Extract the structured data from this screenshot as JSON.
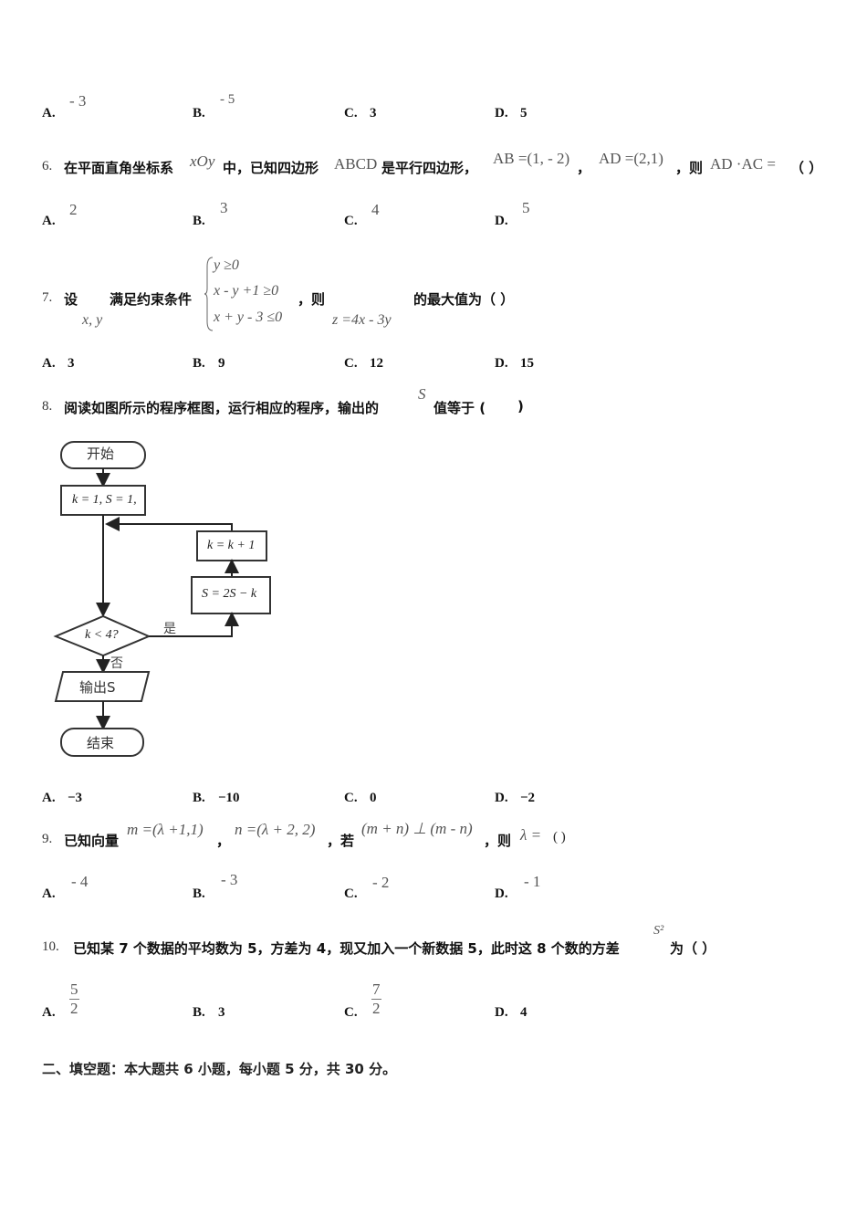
{
  "q5": {
    "options": [
      {
        "label": "A.",
        "value": "- 3"
      },
      {
        "label": "B.",
        "value": "- 5"
      },
      {
        "label": "C.",
        "value": "3"
      },
      {
        "label": "D.",
        "value": "5"
      }
    ]
  },
  "q6": {
    "number": "6.",
    "text1": "在平面直角坐标系",
    "math_xoy": "xOy",
    "text2": "中，已知四边形",
    "math_abcd": "ABCD",
    "text3": "是平行四边形，",
    "math_ab": "AB =(1, - 2)",
    "comma1": "，",
    "math_ad": "AD =(2,1)",
    "text4": "，则",
    "math_expr": "AD ·AC =",
    "paren": "（ ）",
    "options": [
      {
        "label": "A.",
        "value": "2"
      },
      {
        "label": "B.",
        "value": "3"
      },
      {
        "label": "C.",
        "value": "4"
      },
      {
        "label": "D.",
        "value": "5"
      }
    ]
  },
  "q7": {
    "number": "7.",
    "text1": "设",
    "vars": "x, y",
    "text2": "满足约束条件",
    "constraints": [
      "y ≥0",
      "x -  y +1 ≥0",
      "x + y - 3 ≤0"
    ],
    "text3": "，则",
    "objective": "z =4x - 3y",
    "text4": "的最大值为（ ）",
    "options": [
      {
        "label": "A.",
        "value": "3"
      },
      {
        "label": "B.",
        "value": "9"
      },
      {
        "label": "C.",
        "value": "12"
      },
      {
        "label": "D.",
        "value": "15"
      }
    ]
  },
  "q8": {
    "number": "8.",
    "text1": "阅读如图所示的程序框图，运行相应的程序，输出的",
    "var": "S",
    "text2": "值等于 (",
    "text3": ")",
    "flowchart": {
      "start": "开始",
      "init": "k = 1, S = 1,",
      "update_k": "k = k + 1",
      "update_s": "S = 2S − k",
      "condition": "k < 4?",
      "yes": "是",
      "no": "否",
      "output": "输出S",
      "end": "结束"
    },
    "options": [
      {
        "label": "A.",
        "value": "−3"
      },
      {
        "label": "B.",
        "value": "−10"
      },
      {
        "label": "C.",
        "value": "0"
      },
      {
        "label": "D.",
        "value": "−2"
      }
    ]
  },
  "q9": {
    "number": "9.",
    "text1": "已知向量",
    "math_m": "m =(λ +1,1)",
    "comma1": "，",
    "math_n": "n =(λ + 2, 2)",
    "text2": "，若",
    "math_cond": "(m + n) ⊥ (m -  n)",
    "text3": "，则",
    "math_lambda": "λ =",
    "paren": "(        )",
    "options": [
      {
        "label": "A.",
        "value": "- 4"
      },
      {
        "label": "B.",
        "value": "- 3"
      },
      {
        "label": "C.",
        "value": "- 2"
      },
      {
        "label": "D.",
        "value": "- 1"
      }
    ]
  },
  "q10": {
    "number": "10.",
    "text1": "已知某 7 个数据的平均数为 5，方差为 4，现又加入一个新数据 5，此时这 8 个数的方差",
    "math_s2": "S²",
    "text2": "为（  ）",
    "options": [
      {
        "label": "A.",
        "num": "5",
        "den": "2"
      },
      {
        "label": "B.",
        "value": "3"
      },
      {
        "label": "C.",
        "num": "7",
        "den": "2"
      },
      {
        "label": "D.",
        "value": "4"
      }
    ]
  },
  "section2": {
    "title": "二、填空题：本大题共 6 小题，每小题 5 分，共 30 分。"
  }
}
